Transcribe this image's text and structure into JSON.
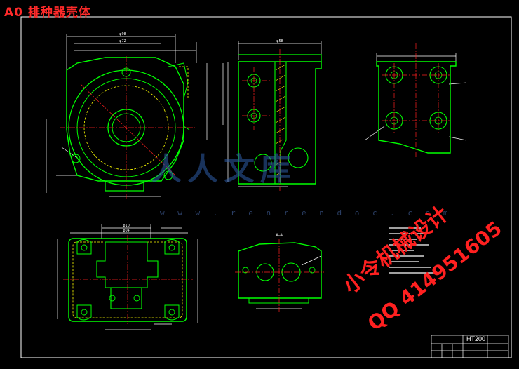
{
  "drawing": {
    "title": "A0 排种器壳体",
    "material": "HT200",
    "section_label": "A-A",
    "dims": {
      "top_overall": "φ98",
      "top_inner": "φ72",
      "side_width": "φ58",
      "plan_width": "φ10",
      "plan_length": "φ04"
    }
  },
  "watermark": {
    "brand": "人人文库",
    "url": "w w w . r e n r e n d o c . c o m"
  },
  "stamp": {
    "line1": "小令机械设计",
    "line2": "QQ 414951605"
  },
  "colors": {
    "outline": "#00ff00",
    "center": "#ff2020",
    "dim": "#ffffff",
    "hidden": "#ffff00",
    "hatch": "#ffff00"
  }
}
